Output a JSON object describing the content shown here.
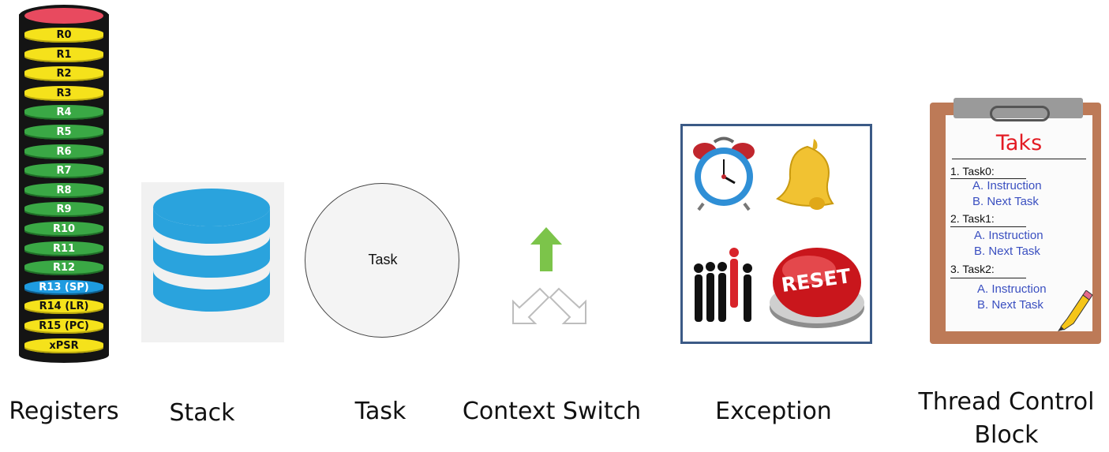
{
  "registers": {
    "caption": "Registers",
    "items": [
      {
        "label": "R0",
        "color": "yellow"
      },
      {
        "label": "R1",
        "color": "yellow"
      },
      {
        "label": "R2",
        "color": "yellow"
      },
      {
        "label": "R3",
        "color": "yellow"
      },
      {
        "label": "R4",
        "color": "green"
      },
      {
        "label": "R5",
        "color": "green"
      },
      {
        "label": "R6",
        "color": "green"
      },
      {
        "label": "R7",
        "color": "green"
      },
      {
        "label": "R8",
        "color": "green"
      },
      {
        "label": "R9",
        "color": "green"
      },
      {
        "label": "R10",
        "color": "green"
      },
      {
        "label": "R11",
        "color": "green"
      },
      {
        "label": "R12",
        "color": "green"
      },
      {
        "label": "R13 (SP)",
        "color": "blue"
      },
      {
        "label": "R14 (LR)",
        "color": "yellow"
      },
      {
        "label": "R15 (PC)",
        "color": "yellow"
      },
      {
        "label": "xPSR",
        "color": "yellow"
      }
    ]
  },
  "stack": {
    "caption": "Stack",
    "icon": "database-icon"
  },
  "task": {
    "caption": "Task",
    "circle_label": "Task"
  },
  "context_switch": {
    "caption": "Context Switch",
    "icon": "three-arrows-icon"
  },
  "exception": {
    "caption": "Exception",
    "reset_label": "RESET",
    "icons": [
      "alarm-clock-icon",
      "bell-icon",
      "people-queue-icon",
      "reset-button-icon"
    ]
  },
  "tcb": {
    "caption_line1": "Thread Control",
    "caption_line2": "Block",
    "title": "Taks",
    "tasks": [
      {
        "name": "1. Task0:",
        "a": "A. Instruction",
        "b": "B. Next Task"
      },
      {
        "name": "2. Task1:",
        "a": "A. Instruction",
        "b": "B. Next Task"
      },
      {
        "name": "3. Task2:",
        "a": "A. Instruction",
        "b": "B. Next Task"
      }
    ]
  },
  "colors": {
    "yellow": "#f5e21b",
    "green": "#3aa845",
    "blue": "#1e9be0",
    "top_red": "#e84a5f",
    "stack_blue": "#2aa3dd",
    "arrow_green": "#7cc44a",
    "panel_border": "#3b5a86",
    "clipboard_brown": "#bd7a57",
    "tcb_red": "#e31b23",
    "tcb_blue": "#3a4fc0"
  }
}
